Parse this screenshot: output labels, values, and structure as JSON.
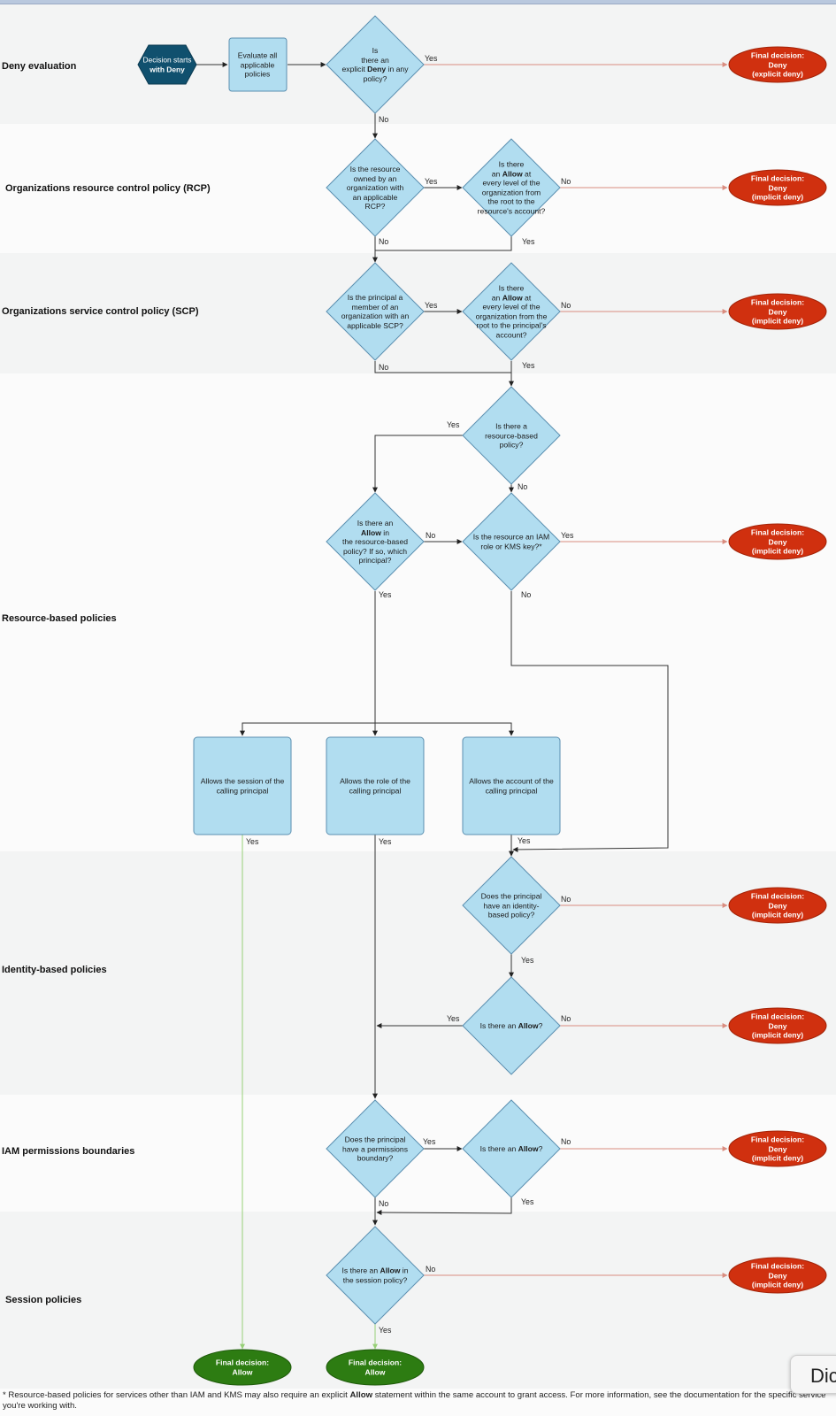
{
  "lanes": {
    "deny": "Deny evaluation",
    "rcp": "Organizations resource control policy (RCP)",
    "scp": "Organizations service control policy (SCP)",
    "rbp": "Resource-based policies",
    "ibp": "Identity-based policies",
    "boundary": "IAM permissions boundaries",
    "session": "Session policies"
  },
  "start": {
    "line1": "Decision starts",
    "line2": "with Deny"
  },
  "evaluate": "Evaluate all applicable policies",
  "d_explicit_deny": {
    "l1": "Is",
    "l2": "there an",
    "l3a": "explicit ",
    "l3b": "Deny",
    "l3c": " in any",
    "l4": "policy?"
  },
  "d_rcp_owned": "Is the resource owned by an organization with an applicable RCP?",
  "d_rcp_allow": {
    "l1": "Is there",
    "l2a": "an ",
    "l2b": "Allow",
    "l2c": " at",
    "rest": "every level of the organization from the root to the resource's account?"
  },
  "d_scp_member": "Is the principal a member of an organization with an applicable SCP?",
  "d_scp_allow": {
    "l1": "Is there",
    "l2a": "an ",
    "l2b": "Allow",
    "l2c": " at",
    "rest": "every level of the organization from the root to the principal's account?"
  },
  "d_rbp_exists": "Is there a resource-based policy?",
  "d_rbp_allow": {
    "l1": "Is there an",
    "l2": "Allow",
    "l2c": " in",
    "rest": "the resource-based policy? If so, which principal?"
  },
  "d_iam_kms": "Is the resource an IAM role or KMS key?*",
  "box_session": "Allows the session of the calling principal",
  "box_role": "Allows the role of the calling principal",
  "box_account": "Allows the account of the calling principal",
  "d_identity": "Does the principal have an identity-based policy?",
  "d_identity_allow": {
    "a": "Is there an ",
    "b": "Allow",
    "c": "?"
  },
  "d_boundary": "Does the principal have a permissions boundary?",
  "d_boundary_allow": {
    "a": "Is there an ",
    "b": "Allow",
    "c": "?"
  },
  "d_session": {
    "a": "Is there an ",
    "b": "Allow",
    "c": " in the session policy?"
  },
  "deny_explicit": {
    "l1": "Final decision:",
    "l2": "Deny",
    "l3": "(explicit deny)"
  },
  "deny_implicit": {
    "l1": "Final decision:",
    "l2": "Deny",
    "l3": "(implicit deny)"
  },
  "allow_final": {
    "l1": "Final decision:",
    "l2": "Allow"
  },
  "edge": {
    "yes": "Yes",
    "no": "No"
  },
  "footnote": {
    "a": "* Resource-based policies for services other than IAM and KMS may also require an explicit ",
    "b": "Allow",
    "c": " statement within the same account to grant access. For more information, see the documentation for the specific service you're working with."
  },
  "dialog_button": "Dic",
  "colors": {
    "diamond": "#b1ddf0",
    "diamond_stroke": "#5b8fb0",
    "start": "#10506e",
    "deny": "#d0300f",
    "allow": "#2d7c12",
    "deny_line": "#d98c7f",
    "allow_line": "#97d077"
  }
}
